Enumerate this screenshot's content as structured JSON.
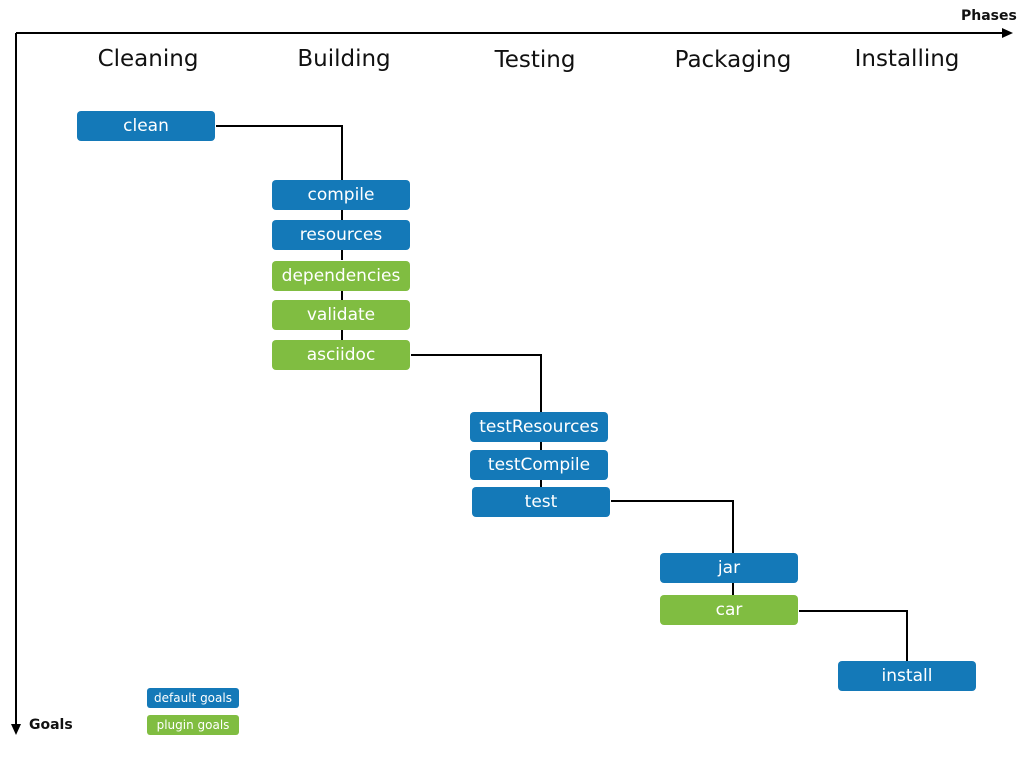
{
  "axes": {
    "x_label": "Phases",
    "y_label": "Goals"
  },
  "phases": [
    "Cleaning",
    "Building",
    "Testing",
    "Packaging",
    "Installing"
  ],
  "goals": [
    {
      "label": "clean",
      "type": "default",
      "phase": "Cleaning"
    },
    {
      "label": "compile",
      "type": "default",
      "phase": "Building"
    },
    {
      "label": "resources",
      "type": "default",
      "phase": "Building"
    },
    {
      "label": "dependencies",
      "type": "plugin",
      "phase": "Building"
    },
    {
      "label": "validate",
      "type": "plugin",
      "phase": "Building"
    },
    {
      "label": "asciidoc",
      "type": "plugin",
      "phase": "Building"
    },
    {
      "label": "testResources",
      "type": "default",
      "phase": "Testing"
    },
    {
      "label": "testCompile",
      "type": "default",
      "phase": "Testing"
    },
    {
      "label": "test",
      "type": "default",
      "phase": "Testing"
    },
    {
      "label": "jar",
      "type": "default",
      "phase": "Packaging"
    },
    {
      "label": "car",
      "type": "plugin",
      "phase": "Packaging"
    },
    {
      "label": "install",
      "type": "default",
      "phase": "Installing"
    }
  ],
  "legend": {
    "default_label": "default goals",
    "plugin_label": "plugin goals"
  },
  "colors": {
    "default": "#1479b8",
    "plugin": "#80bd41",
    "line": "#000000"
  }
}
